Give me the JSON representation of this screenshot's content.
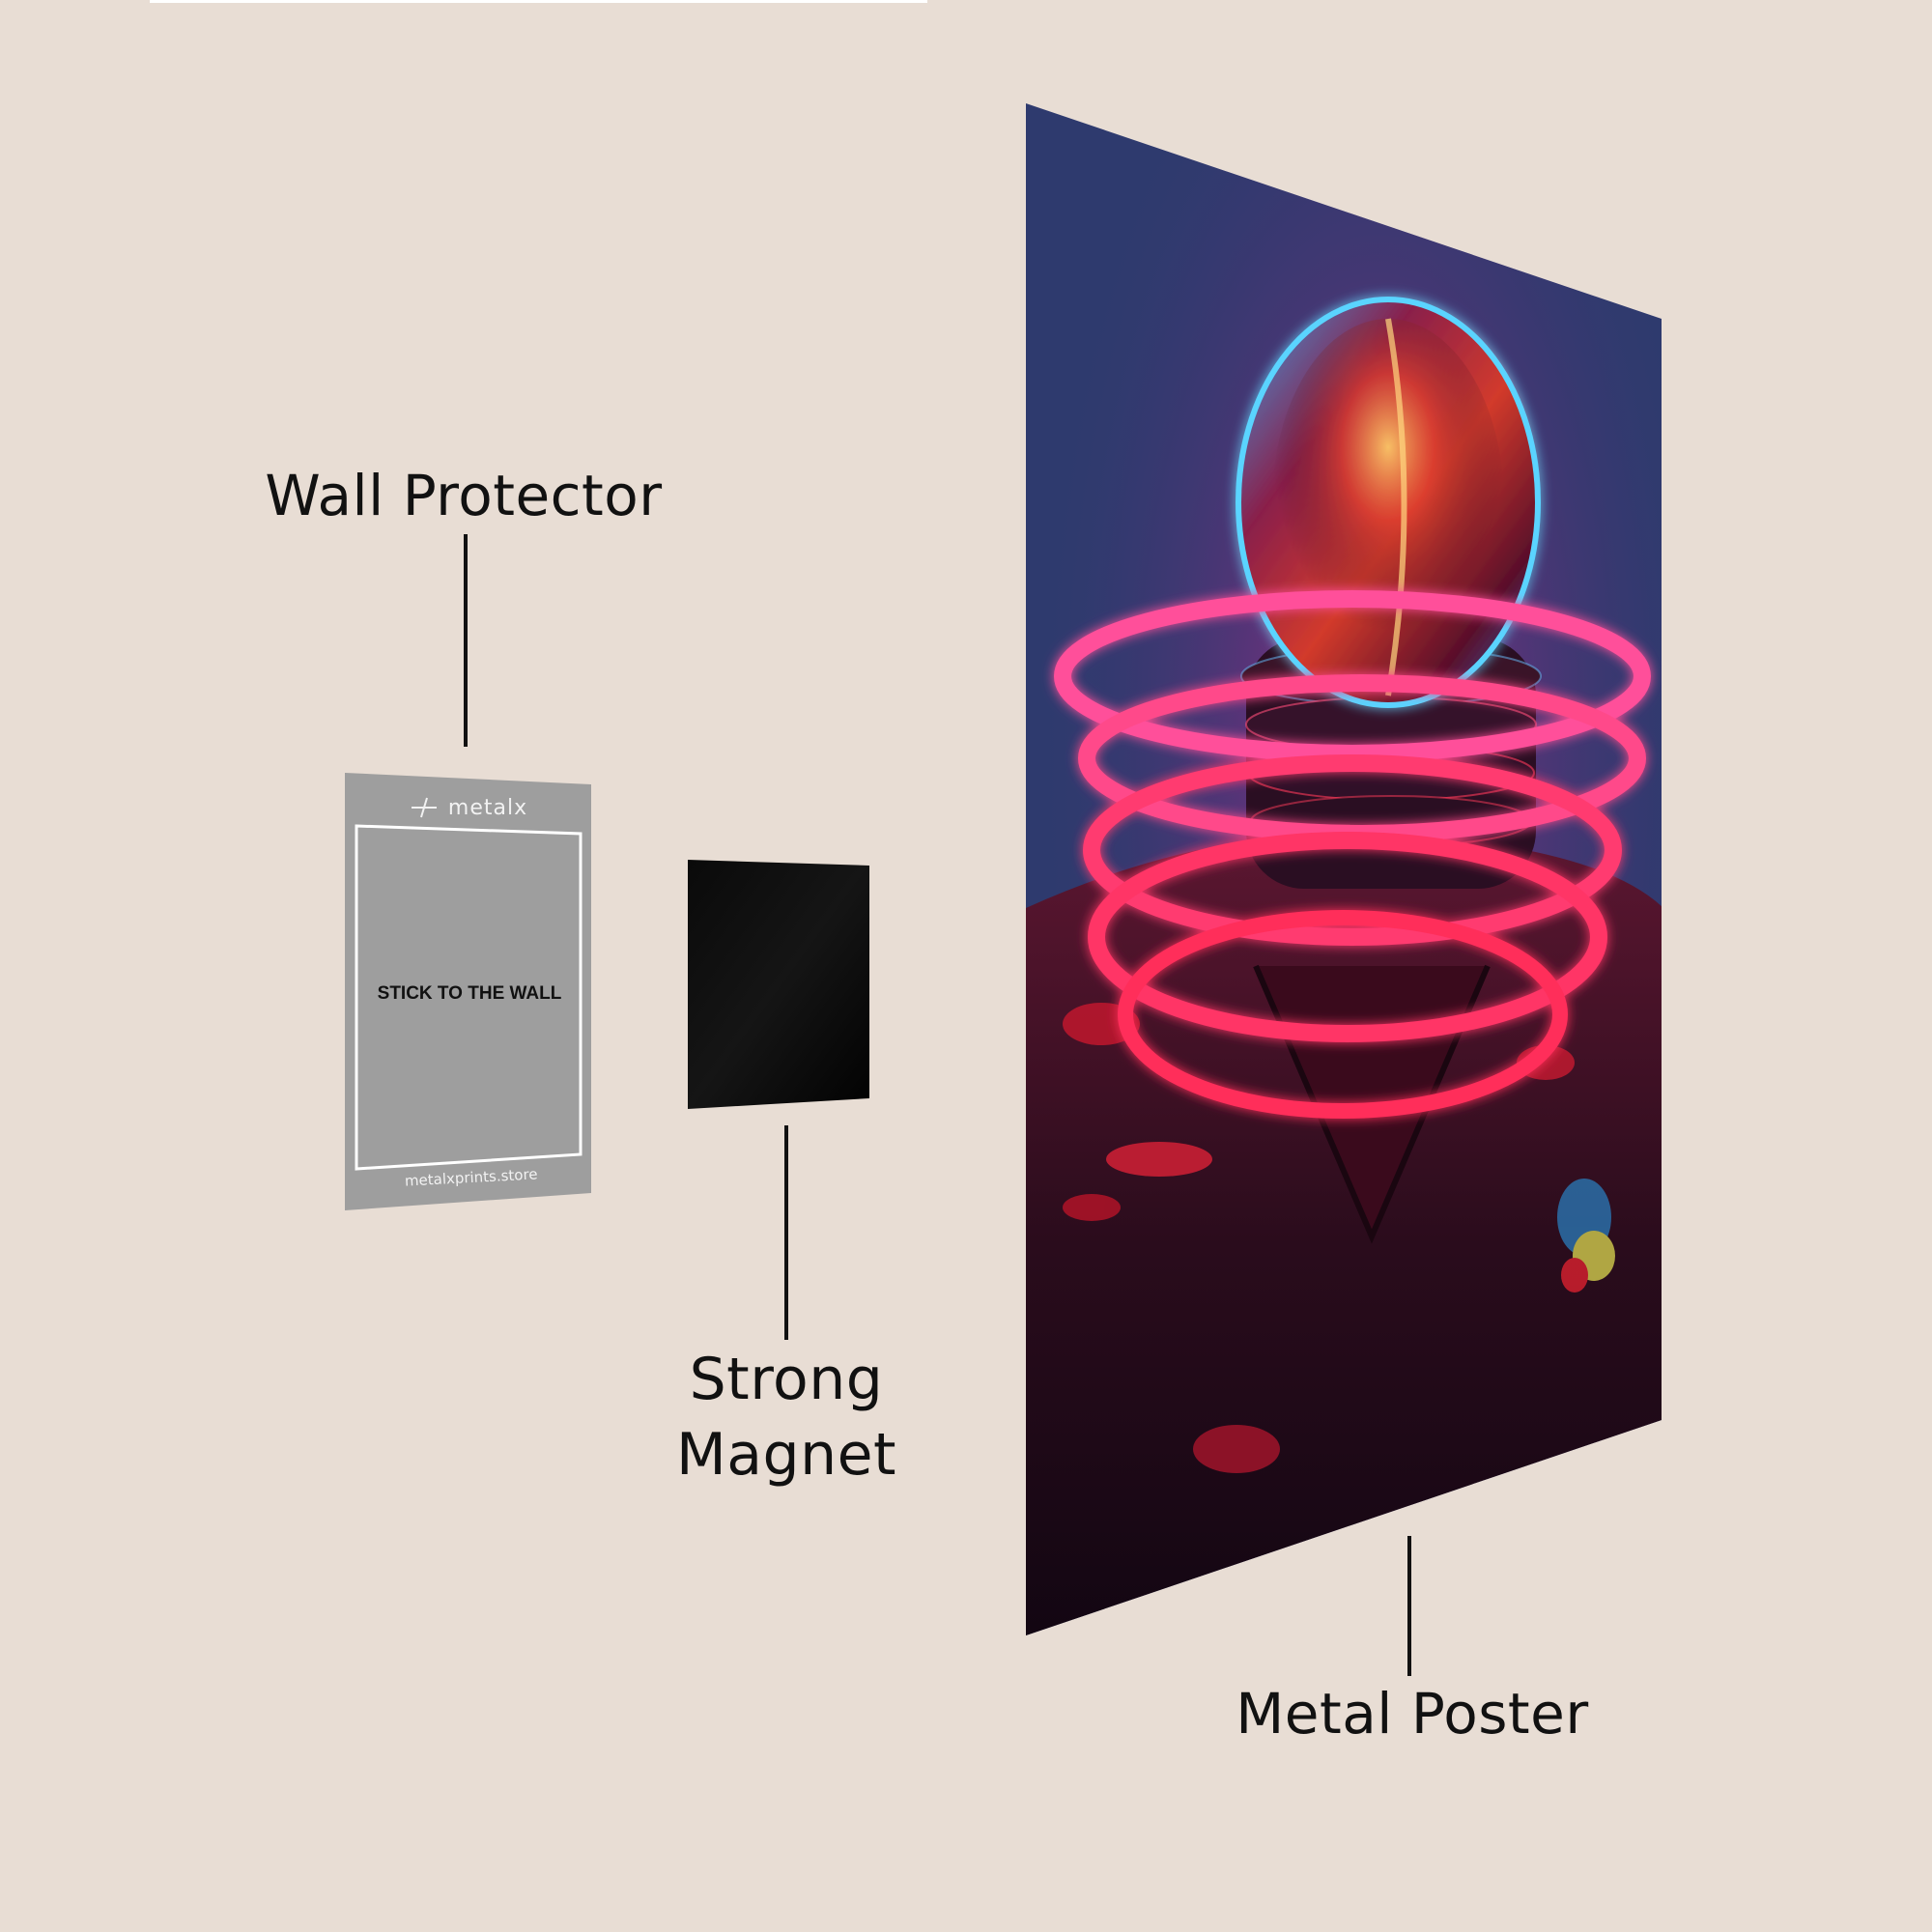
{
  "background_color": "#e8ddd4",
  "labels": {
    "wall_protector": "Wall Protector",
    "strong_magnet_line1": "Strong",
    "strong_magnet_line2": "Magnet",
    "metal_poster": "Metal Poster"
  },
  "wall_protector_panel": {
    "brand": "metalx",
    "instruction": "STICK TO THE WALL",
    "website": "metalxprints.store",
    "panel_color": "#9e9e9e",
    "border_color": "#ffffff"
  },
  "magnet": {
    "color": "#050505"
  },
  "poster": {
    "artwork_description": "Cyberpunk figure with glossy red helmet encircled by glowing neon pink rings, wearing dark patterned jacket",
    "background_color": "#2e3a6e",
    "accent_colors": [
      "#ff2d6f",
      "#ff4f9a",
      "#34c8ff",
      "#2a0f1e"
    ]
  }
}
